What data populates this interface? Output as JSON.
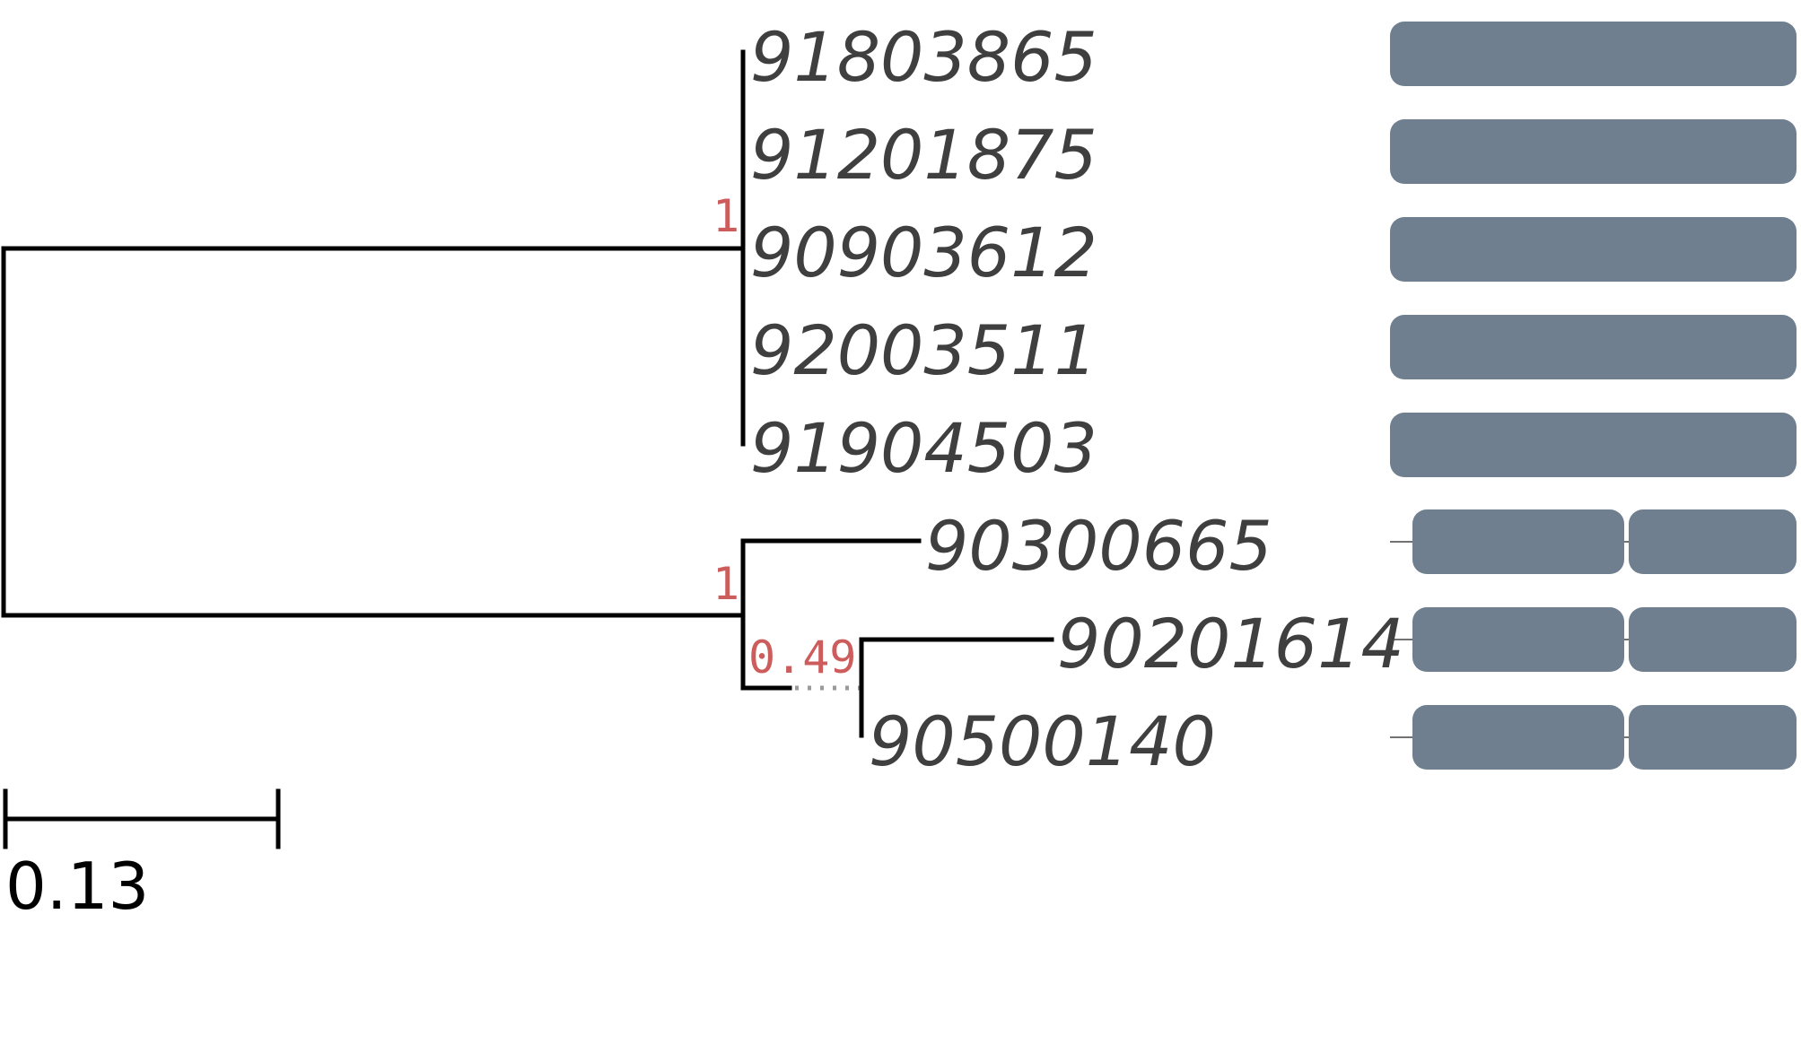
{
  "tree": {
    "leaves": [
      "91803865",
      "91201875",
      "90903612",
      "92003511",
      "91904503",
      "90300665",
      "90201614",
      "90500140"
    ],
    "support_values": [
      "1",
      "1",
      "0.49"
    ],
    "scale_bar_label": "0.13"
  },
  "colors": {
    "branch": "#000000",
    "leaf_label": "#3f3f3f",
    "support": "#cd5c5c",
    "domain": "#6f7f8f"
  },
  "domain_architectures": [
    {
      "leaf": "91803865",
      "domains": 1
    },
    {
      "leaf": "91201875",
      "domains": 1
    },
    {
      "leaf": "90903612",
      "domains": 1
    },
    {
      "leaf": "92003511",
      "domains": 1
    },
    {
      "leaf": "91904503",
      "domains": 1
    },
    {
      "leaf": "90300665",
      "domains": 2
    },
    {
      "leaf": "90201614",
      "domains": 2
    },
    {
      "leaf": "90500140",
      "domains": 2
    }
  ]
}
